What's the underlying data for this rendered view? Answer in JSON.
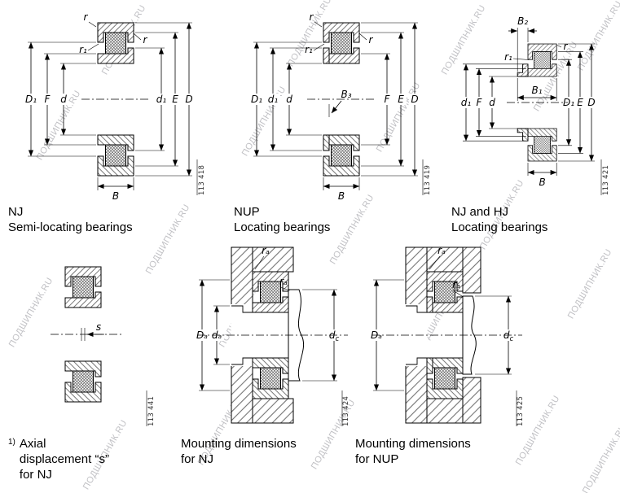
{
  "watermark": {
    "text": "ПОДШИПНИК.RU"
  },
  "panels": [
    {
      "caption": [
        "NJ",
        "Semi-locating bearings"
      ],
      "figure": "113 418",
      "labels": {
        "D1": "D₁",
        "F": "F",
        "d": "d",
        "d1": "d₁",
        "E": "E",
        "D": "D",
        "r": "r",
        "r1": "r₁",
        "B": "B"
      }
    },
    {
      "caption": [
        "NUP",
        "Locating bearings"
      ],
      "figure": "113 419",
      "labels": {
        "D1": "D₁",
        "d1": "d₁",
        "d": "d",
        "B3": "B₃",
        "F": "F",
        "E": "E",
        "D": "D",
        "r": "r",
        "r1": "r₁",
        "B": "B"
      }
    },
    {
      "caption": [
        "NJ and HJ",
        "Locating bearings"
      ],
      "figure": "113 421",
      "labels": {
        "B2": "B₂",
        "B1": "B₁",
        "r": "r",
        "r1": "r₁",
        "d1": "d₁",
        "F": "F",
        "d": "d",
        "D1": "D₁",
        "E": "E",
        "D": "D",
        "B": "B"
      }
    },
    {
      "footnote_marker": "1)",
      "caption": [
        "Axial",
        "displacement “s”",
        "for NJ"
      ],
      "figure": "113 441",
      "labels": {
        "s": "s"
      }
    },
    {
      "caption": [
        "Mounting dimensions",
        "for NJ"
      ],
      "figure": "113 424",
      "labels": {
        "ra": "rₐ",
        "Da": "Dₐ",
        "da": "dₐ",
        "dc_base": "d",
        "dc_sub": "c"
      }
    },
    {
      "caption": [
        "Mounting dimensions",
        "for NUP"
      ],
      "figure": "113 425",
      "labels": {
        "ra": "rₐ",
        "Da": "Dₐ",
        "dc_base": "d",
        "dc_sub": "c"
      }
    }
  ]
}
